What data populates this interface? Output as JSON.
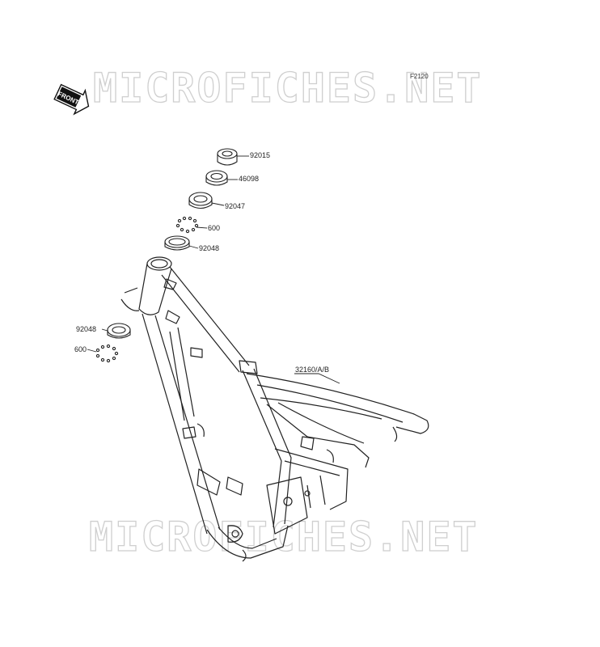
{
  "figure": {
    "code": "F2120",
    "front_label": "FRONT",
    "watermark_text": "MICROFICHES.NET"
  },
  "parts": [
    {
      "id": "p1",
      "number": "92015"
    },
    {
      "id": "p2",
      "number": "46098"
    },
    {
      "id": "p3",
      "number": "92047"
    },
    {
      "id": "p4",
      "number": "600"
    },
    {
      "id": "p5",
      "number": "92048"
    },
    {
      "id": "p6",
      "number": "92048"
    },
    {
      "id": "p7",
      "number": "600"
    },
    {
      "id": "p8",
      "number": "32160/A/B"
    }
  ]
}
